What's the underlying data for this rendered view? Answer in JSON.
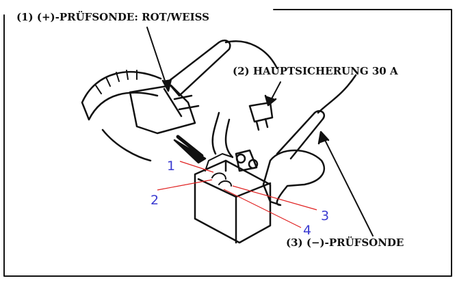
{
  "labels": {
    "probe_plus": "(1) (+)-PRÜFSONDE: ROT/WEISS",
    "main_fuse": "(2) HAUPTSICHERUNG 30 A",
    "probe_minus": "(3) (−)-PRÜFSONDE"
  },
  "markers": [
    "1",
    "2",
    "3",
    "4"
  ],
  "colors": {
    "marker_text": "#3a3ad0",
    "marker_line": "#e02020",
    "ink": "#111111"
  }
}
